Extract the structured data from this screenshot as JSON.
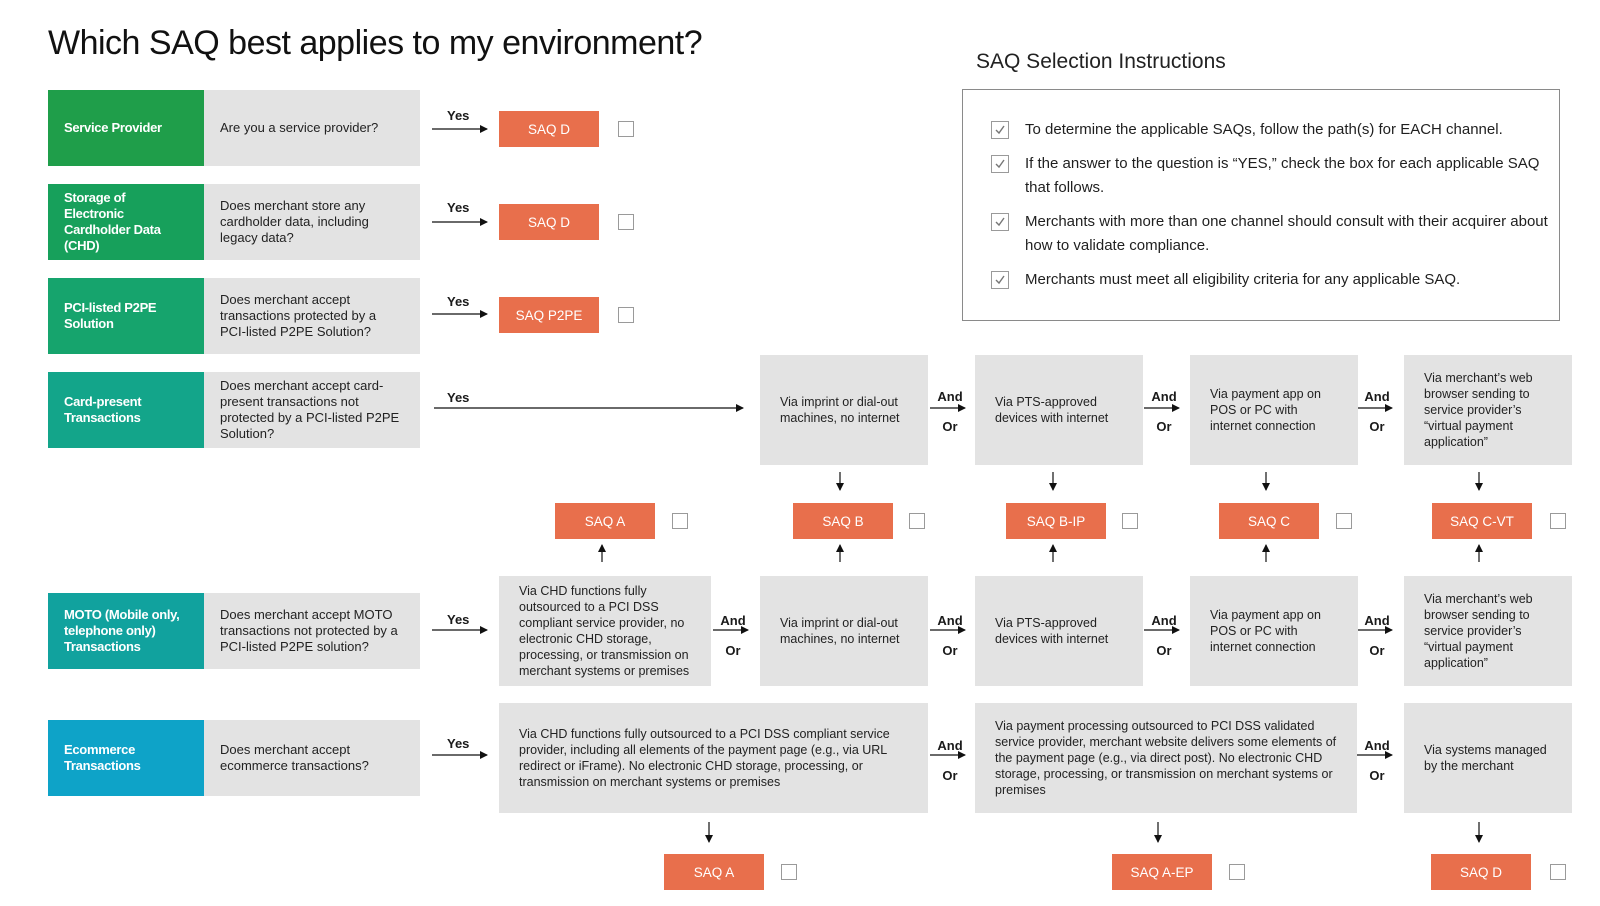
{
  "title": "Which SAQ best applies to my environment?",
  "instructions": {
    "heading": "SAQ Selection Instructions",
    "items": [
      "To determine the applicable SAQs, follow the path(s) for EACH channel.",
      "If the answer to the question is “YES,” check the box for each applicable SAQ that follows.",
      "Merchants with more than one channel should consult with their acquirer about how to validate compliance.",
      "Merchants must meet all eligibility criteria for any applicable SAQ."
    ]
  },
  "colors": {
    "service_provider": "#1f9e4a",
    "storage_chd": "#17a05b",
    "p2pe": "#16a46d",
    "card_present": "#13a58a",
    "moto": "#11a29e",
    "ecommerce": "#0ea3c8",
    "saq_box": "#e86f4c",
    "grey_box": "#e3e3e3"
  },
  "yes_label": "Yes",
  "and_label": "And",
  "or_label": "Or",
  "rows": {
    "service_provider": {
      "label": "Service Provider",
      "question": "Are you a service provider?",
      "saq": "SAQ D"
    },
    "storage": {
      "label": "Storage of Electronic Cardholder Data (CHD)",
      "question": "Does merchant store any cardholder data, including legacy data?",
      "saq": "SAQ D"
    },
    "p2pe": {
      "label": "PCI-listed P2PE Solution",
      "question": "Does merchant accept transactions protected by a PCI-listed P2PE Solution?",
      "saq": "SAQ P2PE"
    },
    "card_present": {
      "label": "Card-present Transactions",
      "question": "Does merchant accept card-present transactions not protected by a PCI-listed P2PE Solution?",
      "options": [
        "Via imprint or dial-out machines, no internet",
        "Via PTS-approved devices with internet",
        "Via payment app on POS or PC with internet connection",
        "Via merchant’s web browser sending to service provider’s “virtual payment application”"
      ]
    },
    "middle_saqs": [
      "SAQ A",
      "SAQ B",
      "SAQ B-IP",
      "SAQ C",
      "SAQ C-VT"
    ],
    "moto": {
      "label": "MOTO (Mobile only, telephone only) Transactions",
      "question": "Does merchant accept MOTO transactions not protected by a PCI-listed P2PE solution?",
      "options": [
        "Via CHD functions fully outsourced to a PCI DSS compliant service provider, no electronic CHD storage, processing, or transmission on merchant systems or premises",
        "Via imprint or dial-out machines, no internet",
        "Via PTS-approved devices with internet",
        "Via payment app on POS or PC with internet connection",
        "Via merchant’s web browser sending to service provider’s “virtual payment application”"
      ]
    },
    "ecommerce": {
      "label": "Ecommerce Transactions",
      "question": "Does merchant accept ecommerce transactions?",
      "options": [
        "Via CHD functions fully outsourced to a PCI DSS compliant service provider, including all elements of the payment page (e.g., via URL redirect or iFrame). No electronic CHD storage, processing, or transmission on merchant systems or premises",
        "Via payment processing outsourced to PCI DSS validated service provider, merchant website delivers some elements of the payment page (e.g., via direct post). No electronic CHD storage, processing, or transmission on merchant systems or premises",
        "Via systems managed by the merchant"
      ],
      "saqs": [
        "SAQ A",
        "SAQ A-EP",
        "SAQ D"
      ]
    }
  }
}
